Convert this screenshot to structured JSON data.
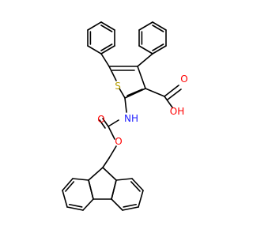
{
  "molecule": {
    "atom_labels": {
      "sulfur": "S",
      "carboxyl_oxygen": "O",
      "hydroxyl": "OH",
      "amide_nh": "NH",
      "carbamate_carbonyl_oxygen": "O",
      "carbamate_ester_oxygen": "O"
    },
    "colors": {
      "bond": "#000000",
      "sulfur": "#b8a000",
      "oxygen": "#ff0000",
      "nitrogen": "#1f1fff"
    }
  }
}
